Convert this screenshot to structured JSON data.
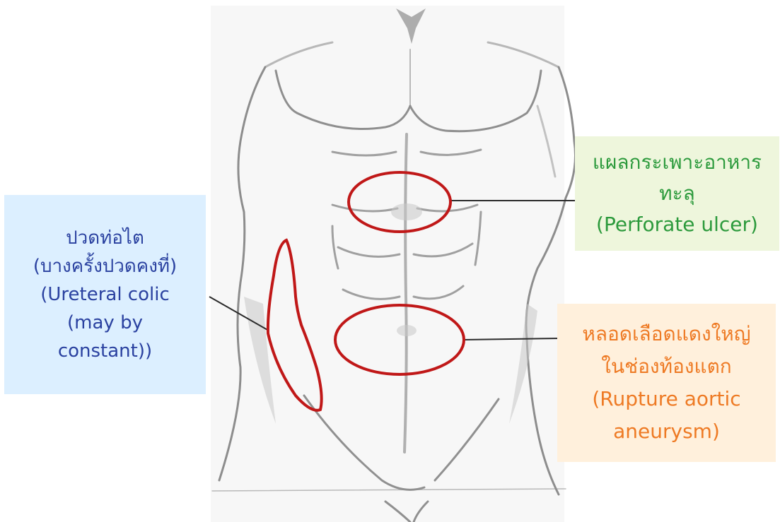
{
  "colors": {
    "ureteral_box_bg": "#dcefff",
    "ureteral_text": "#2a41a0",
    "perforate_box_bg": "#eef6dc",
    "perforate_text": "#2c9a3c",
    "aortic_box_bg": "#fff0dc",
    "aortic_text": "#ee7a24",
    "marker": "#c01818",
    "leader_line": "#2b2b2b",
    "sketch_line": "#8d8d8d",
    "sketch_shade": "#c9c9c9",
    "paper": "#f7f7f7"
  },
  "annotations": {
    "ureteral_colic": {
      "lines": [
        "ปวดท่อไต",
        "(บางครั้งปวดคงที่)",
        "(Ureteral colic",
        "(may by",
        "constant))"
      ]
    },
    "perforated_ulcer": {
      "lines": [
        "แผลกระเพาะอาหาร",
        "ทะลุ",
        "(Perforate ulcer)"
      ]
    },
    "ruptured_aortic_aneurysm": {
      "lines": [
        "หลอดเลือดแดงใหญ่",
        "ในช่องท้องแตก",
        "(Rupture aortic",
        "aneurysm)"
      ]
    }
  },
  "markers": [
    {
      "shape": "ellipse",
      "region": "upper-abdomen",
      "annotation": "perforated_ulcer"
    },
    {
      "shape": "ellipse",
      "region": "periumbilical",
      "annotation": "ruptured_aortic_aneurysm"
    },
    {
      "shape": "flank-outline",
      "region": "right-flank",
      "annotation": "ureteral_colic"
    }
  ]
}
